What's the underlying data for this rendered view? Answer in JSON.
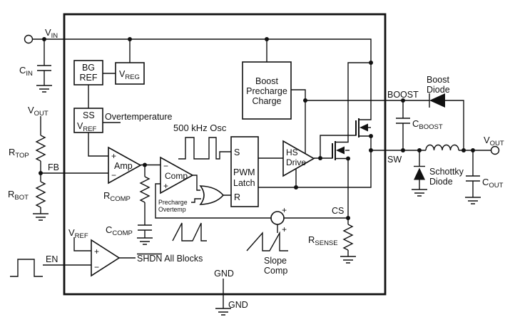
{
  "diagram": {
    "kind": "boost-converter-block-diagram"
  },
  "labels": {
    "vin": {
      "base": "V",
      "sub": "IN"
    },
    "cin": {
      "base": "C",
      "sub": "IN"
    },
    "vout_left": {
      "base": "V",
      "sub": "OUT"
    },
    "rtop": {
      "base": "R",
      "sub": "TOP"
    },
    "rbot": {
      "base": "R",
      "sub": "BOT"
    },
    "fb": "FB",
    "bgref": {
      "line1": "BG",
      "line2": "REF"
    },
    "vreg": {
      "base": "V",
      "sub": "REG"
    },
    "ss": {
      "line1": "SS",
      "base": "V",
      "sub": "REF"
    },
    "overtemperature": "Overtemperature",
    "amp": "Amp",
    "rcomp": {
      "base": "R",
      "sub": "COMP"
    },
    "ccomp": {
      "base": "C",
      "sub": "COMP"
    },
    "osc": "500 kHz Osc",
    "comp": "Comp",
    "precharge": {
      "line1": "Precharge",
      "line2": "Overtemp"
    },
    "pwm": {
      "s": "S",
      "line1": "PWM",
      "line2": "Latch",
      "r": "R"
    },
    "boost_precharge": {
      "line1": "Boost",
      "line2": "Precharge",
      "line3": "Charge"
    },
    "hs_drive": {
      "line1": "HS",
      "line2": "Drive"
    },
    "boost_pin": "BOOST",
    "cboost": {
      "base": "C",
      "sub": "BOOST"
    },
    "boost_diode": {
      "line1": "Boost",
      "line2": "Diode"
    },
    "sw_pin": "SW",
    "schottky": {
      "line1": "Schottky",
      "line2": "Diode"
    },
    "vout_right": {
      "base": "V",
      "sub": "OUT"
    },
    "cout": {
      "base": "C",
      "sub": "OUT"
    },
    "cs": "CS",
    "rsense": {
      "base": "R",
      "sub": "SENSE"
    },
    "slope": {
      "line1": "Slope",
      "line2": "Comp"
    },
    "vref_en": {
      "base": "V",
      "sub": "REF"
    },
    "en": "EN",
    "shdn": {
      "bar": "SHDN",
      "rest": " All Blocks"
    },
    "gnd_inner": "GND",
    "gnd_outer": "GND"
  },
  "signs": {
    "plus": "+",
    "minus": "−"
  },
  "colors": {
    "line": "#111111",
    "background": "#ffffff"
  }
}
